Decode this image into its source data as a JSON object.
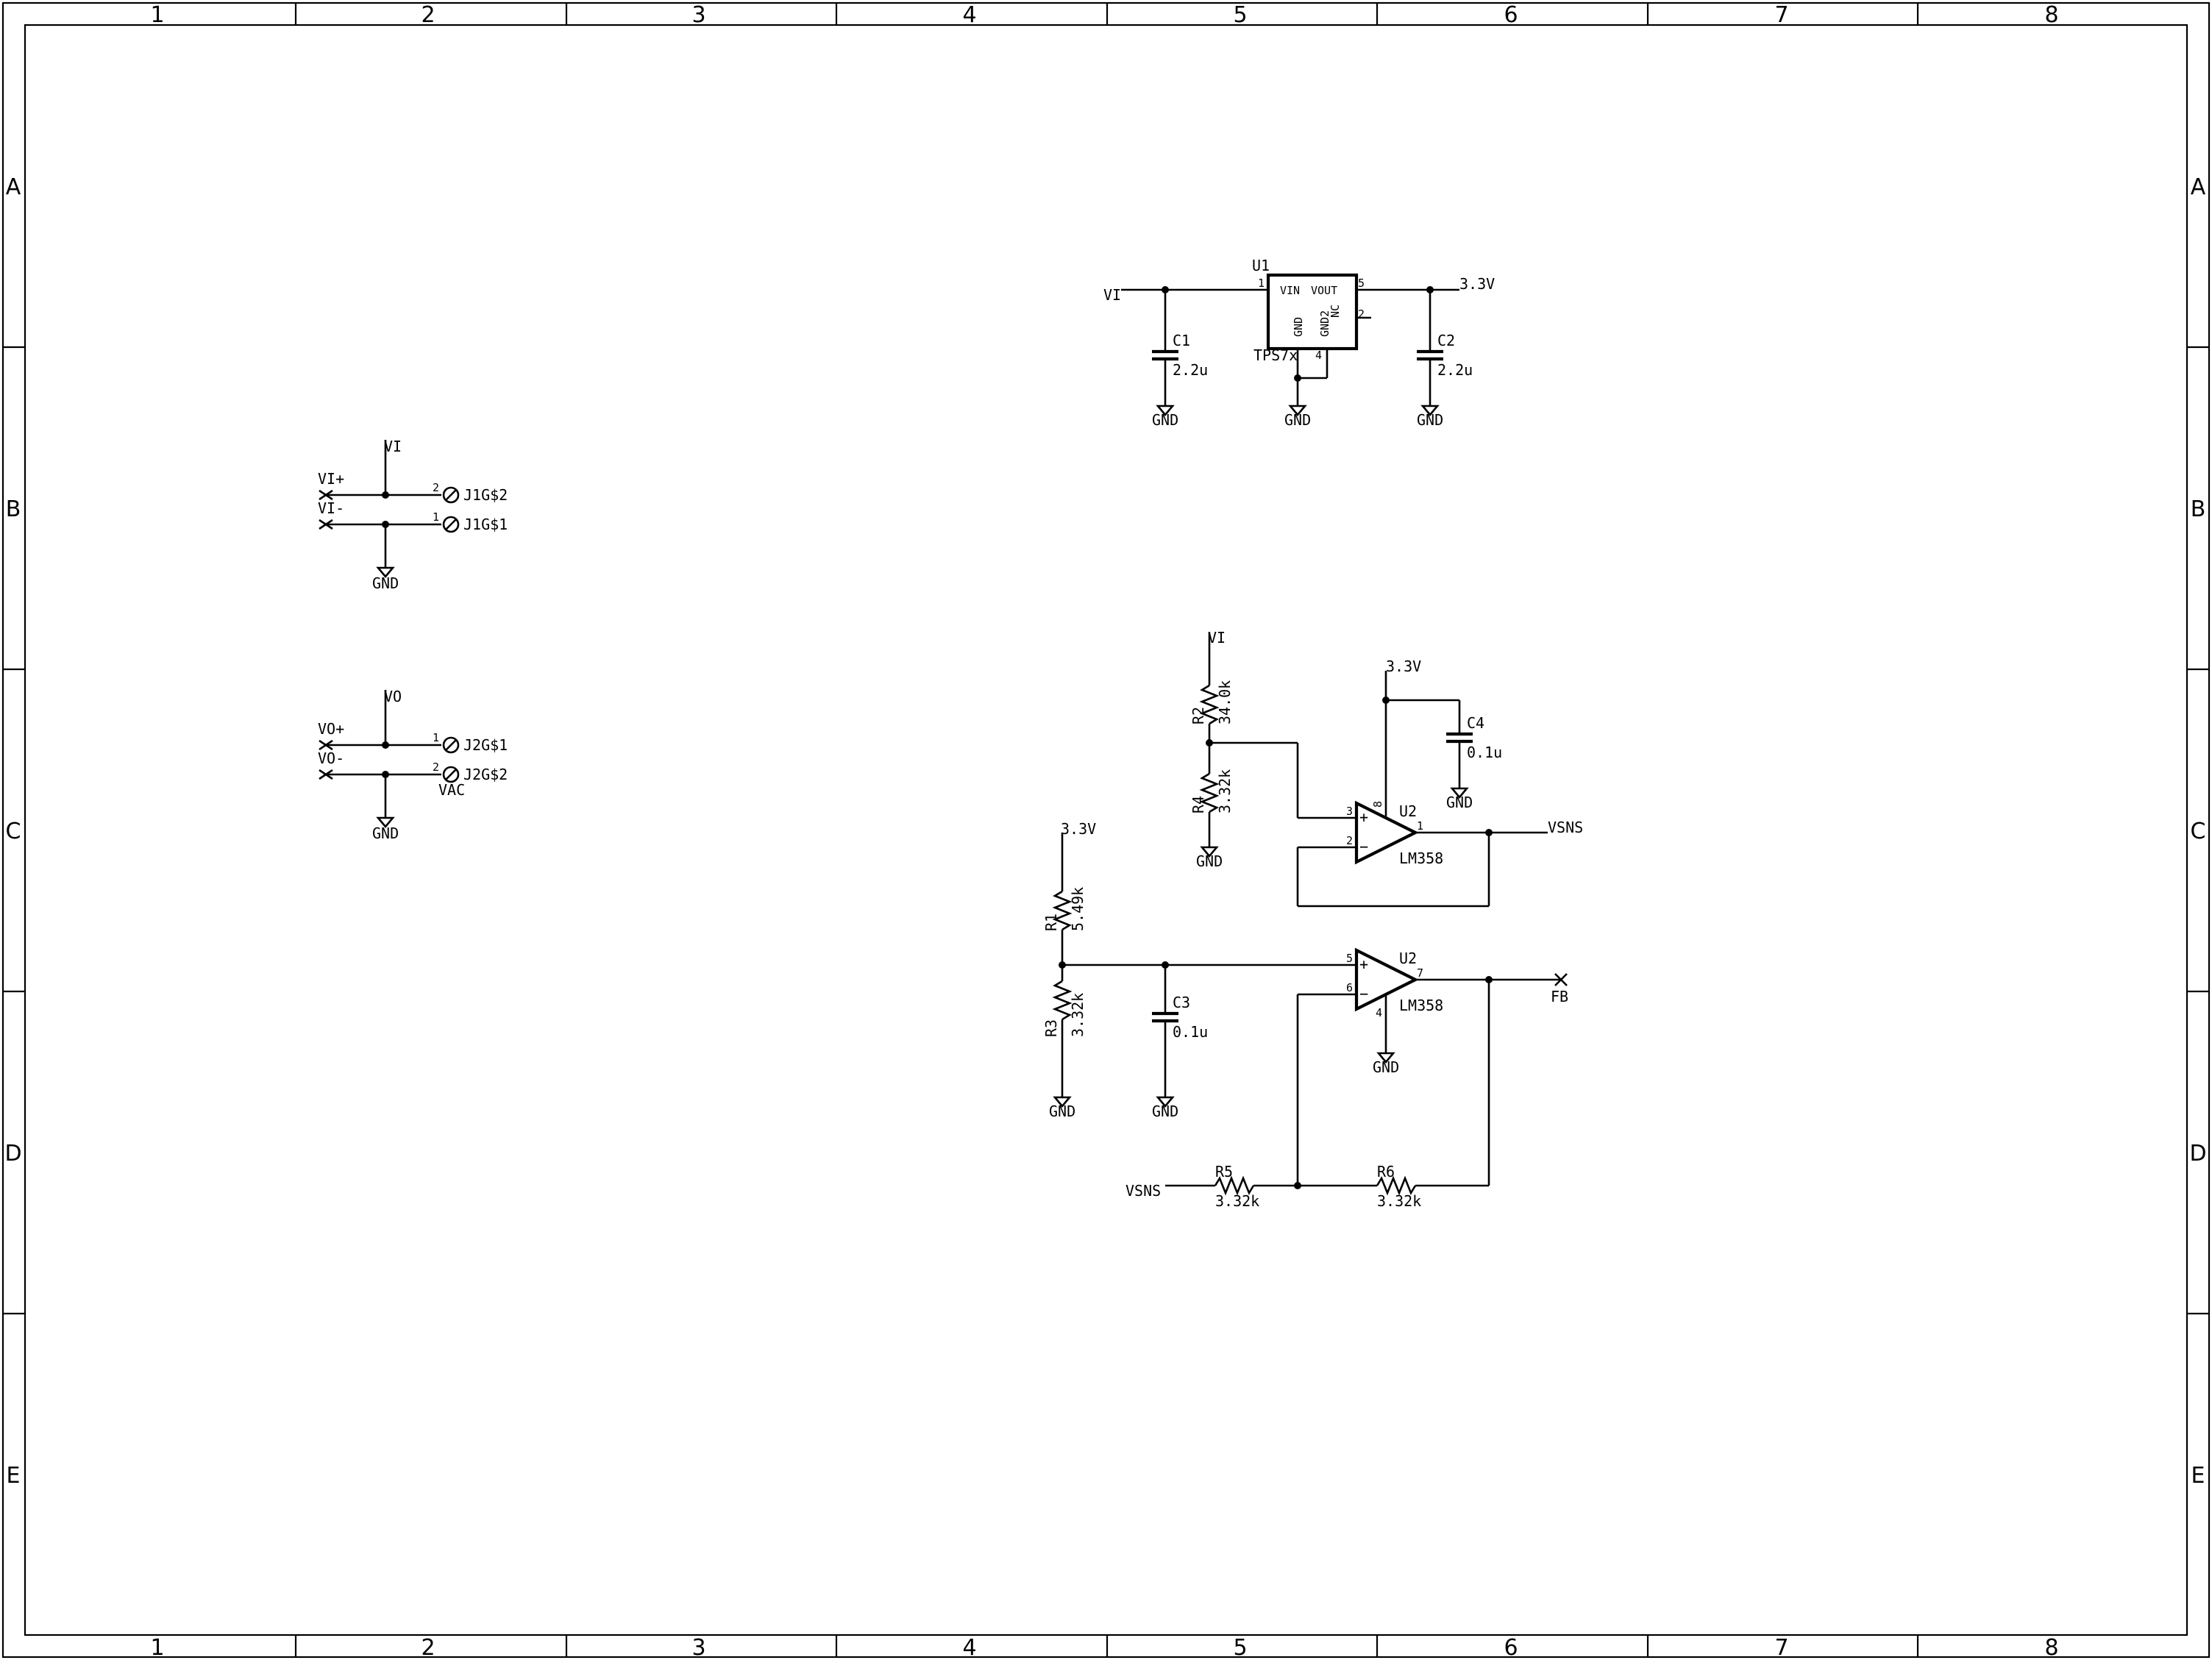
{
  "frame": {
    "columns": [
      "1",
      "2",
      "3",
      "4",
      "5",
      "6",
      "7",
      "8"
    ],
    "rows": [
      "A",
      "B",
      "C",
      "D",
      "E"
    ]
  },
  "nets": {
    "vi": "VI",
    "vo": "VO",
    "v33": "3.3V",
    "gnd": "GND",
    "vsns": "VSNS",
    "fb": "FB",
    "vac": "VAC"
  },
  "connectors": {
    "j1": {
      "pos_label": "VI+",
      "neg_label": "VI-",
      "pin_a_name": "J1G$2",
      "pin_a_num": "2",
      "pin_b_name": "J1G$1",
      "pin_b_num": "1"
    },
    "j2": {
      "pos_label": "VO+",
      "neg_label": "VO-",
      "pin_a_name": "J2G$1",
      "pin_a_num": "1",
      "pin_b_name": "J2G$2",
      "pin_b_num": "2"
    }
  },
  "regulator": {
    "ref": "U1",
    "value": "TPS7x",
    "pin_vin": "VIN",
    "pin_vout": "VOUT",
    "pin_gnd": "GND",
    "pin_gnd2": "GND2",
    "pin_nc": "NC",
    "pin_num_1": "1",
    "pin_num_5": "5",
    "pin_num_2": "2",
    "pin_num_4": "4"
  },
  "components": {
    "c1": {
      "ref": "C1",
      "value": "2.2u"
    },
    "c2": {
      "ref": "C2",
      "value": "2.2u"
    },
    "c3": {
      "ref": "C3",
      "value": "0.1u"
    },
    "c4": {
      "ref": "C4",
      "value": "0.1u"
    },
    "r1": {
      "ref": "R1",
      "value": "5.49k"
    },
    "r2": {
      "ref": "R2",
      "value": "34.0k"
    },
    "r3": {
      "ref": "R3",
      "value": "3.32k"
    },
    "r4": {
      "ref": "R4",
      "value": "3.32k"
    },
    "r5": {
      "ref": "R5",
      "value": "3.32k"
    },
    "r6": {
      "ref": "R6",
      "value": "3.32k"
    }
  },
  "opamp_a": {
    "ref": "U2",
    "value": "LM358",
    "pin_plus": "3",
    "pin_minus": "2",
    "pin_out": "1",
    "pin_vcc": "8",
    "plus_sign": "+",
    "minus_sign": "−"
  },
  "opamp_b": {
    "ref": "U2",
    "value": "LM358",
    "pin_plus": "5",
    "pin_minus": "6",
    "pin_out": "7",
    "pin_gnd": "4",
    "plus_sign": "+",
    "minus_sign": "−"
  }
}
